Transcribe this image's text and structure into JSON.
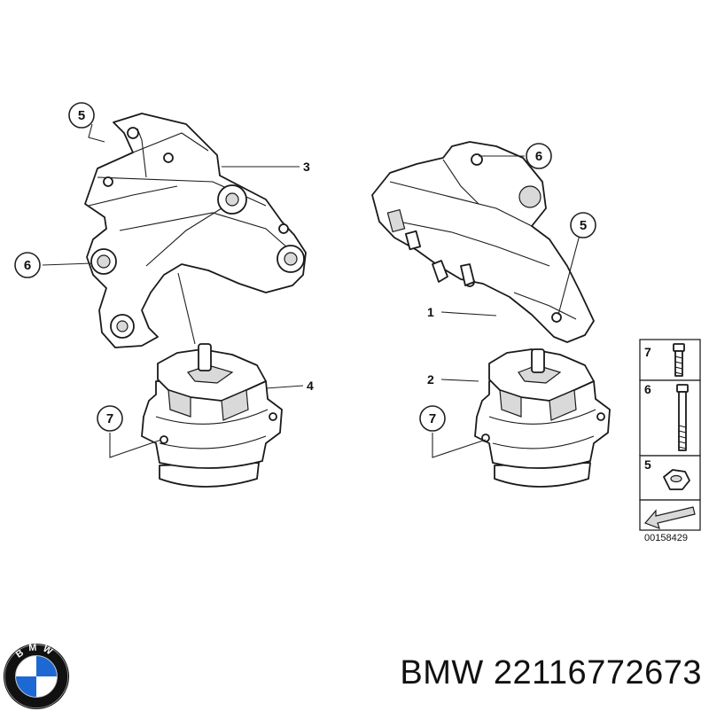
{
  "callouts": {
    "c5_left": "5",
    "c3": "3",
    "c6_left": "6",
    "c4": "4",
    "c7_left": "7",
    "c6_right": "6",
    "c5_right": "5",
    "c1": "1",
    "c2": "2",
    "c7_right": "7"
  },
  "legend": {
    "items": [
      {
        "number": "7",
        "icon": "bolt-icon"
      },
      {
        "number": "6",
        "icon": "long-bolt-icon"
      },
      {
        "number": "5",
        "icon": "hex-nut-icon"
      }
    ],
    "direction_icon": "arrow-icon",
    "drawing_number": "00158429"
  },
  "brand": {
    "logo_letters": "BMW",
    "caption": "BMW 22116772673"
  },
  "colors": {
    "line": "#1a1a1a",
    "shade": "#d9d9d9",
    "logo_blue": "#1c69d4",
    "logo_ring": "#111111"
  }
}
